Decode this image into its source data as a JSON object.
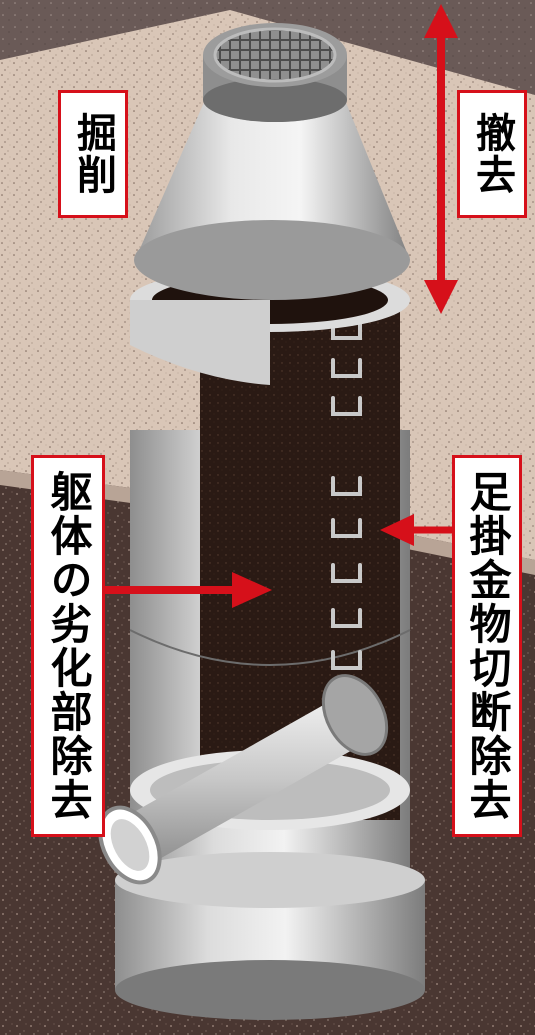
{
  "labels": {
    "excavation": "掘削",
    "removal": "撤去",
    "body_deterioration_removal": "躯体の劣化部除去",
    "step_iron_cut_removal": "足掛金物切断除去"
  },
  "colors": {
    "accent_red": "#d6101a",
    "label_background": "#ffffff",
    "label_text": "#000000",
    "soil_dark": "#4a3732",
    "soil_light": "#d8c4b4"
  },
  "icons": [
    "double-arrow",
    "arrow-right",
    "arrow-left"
  ]
}
